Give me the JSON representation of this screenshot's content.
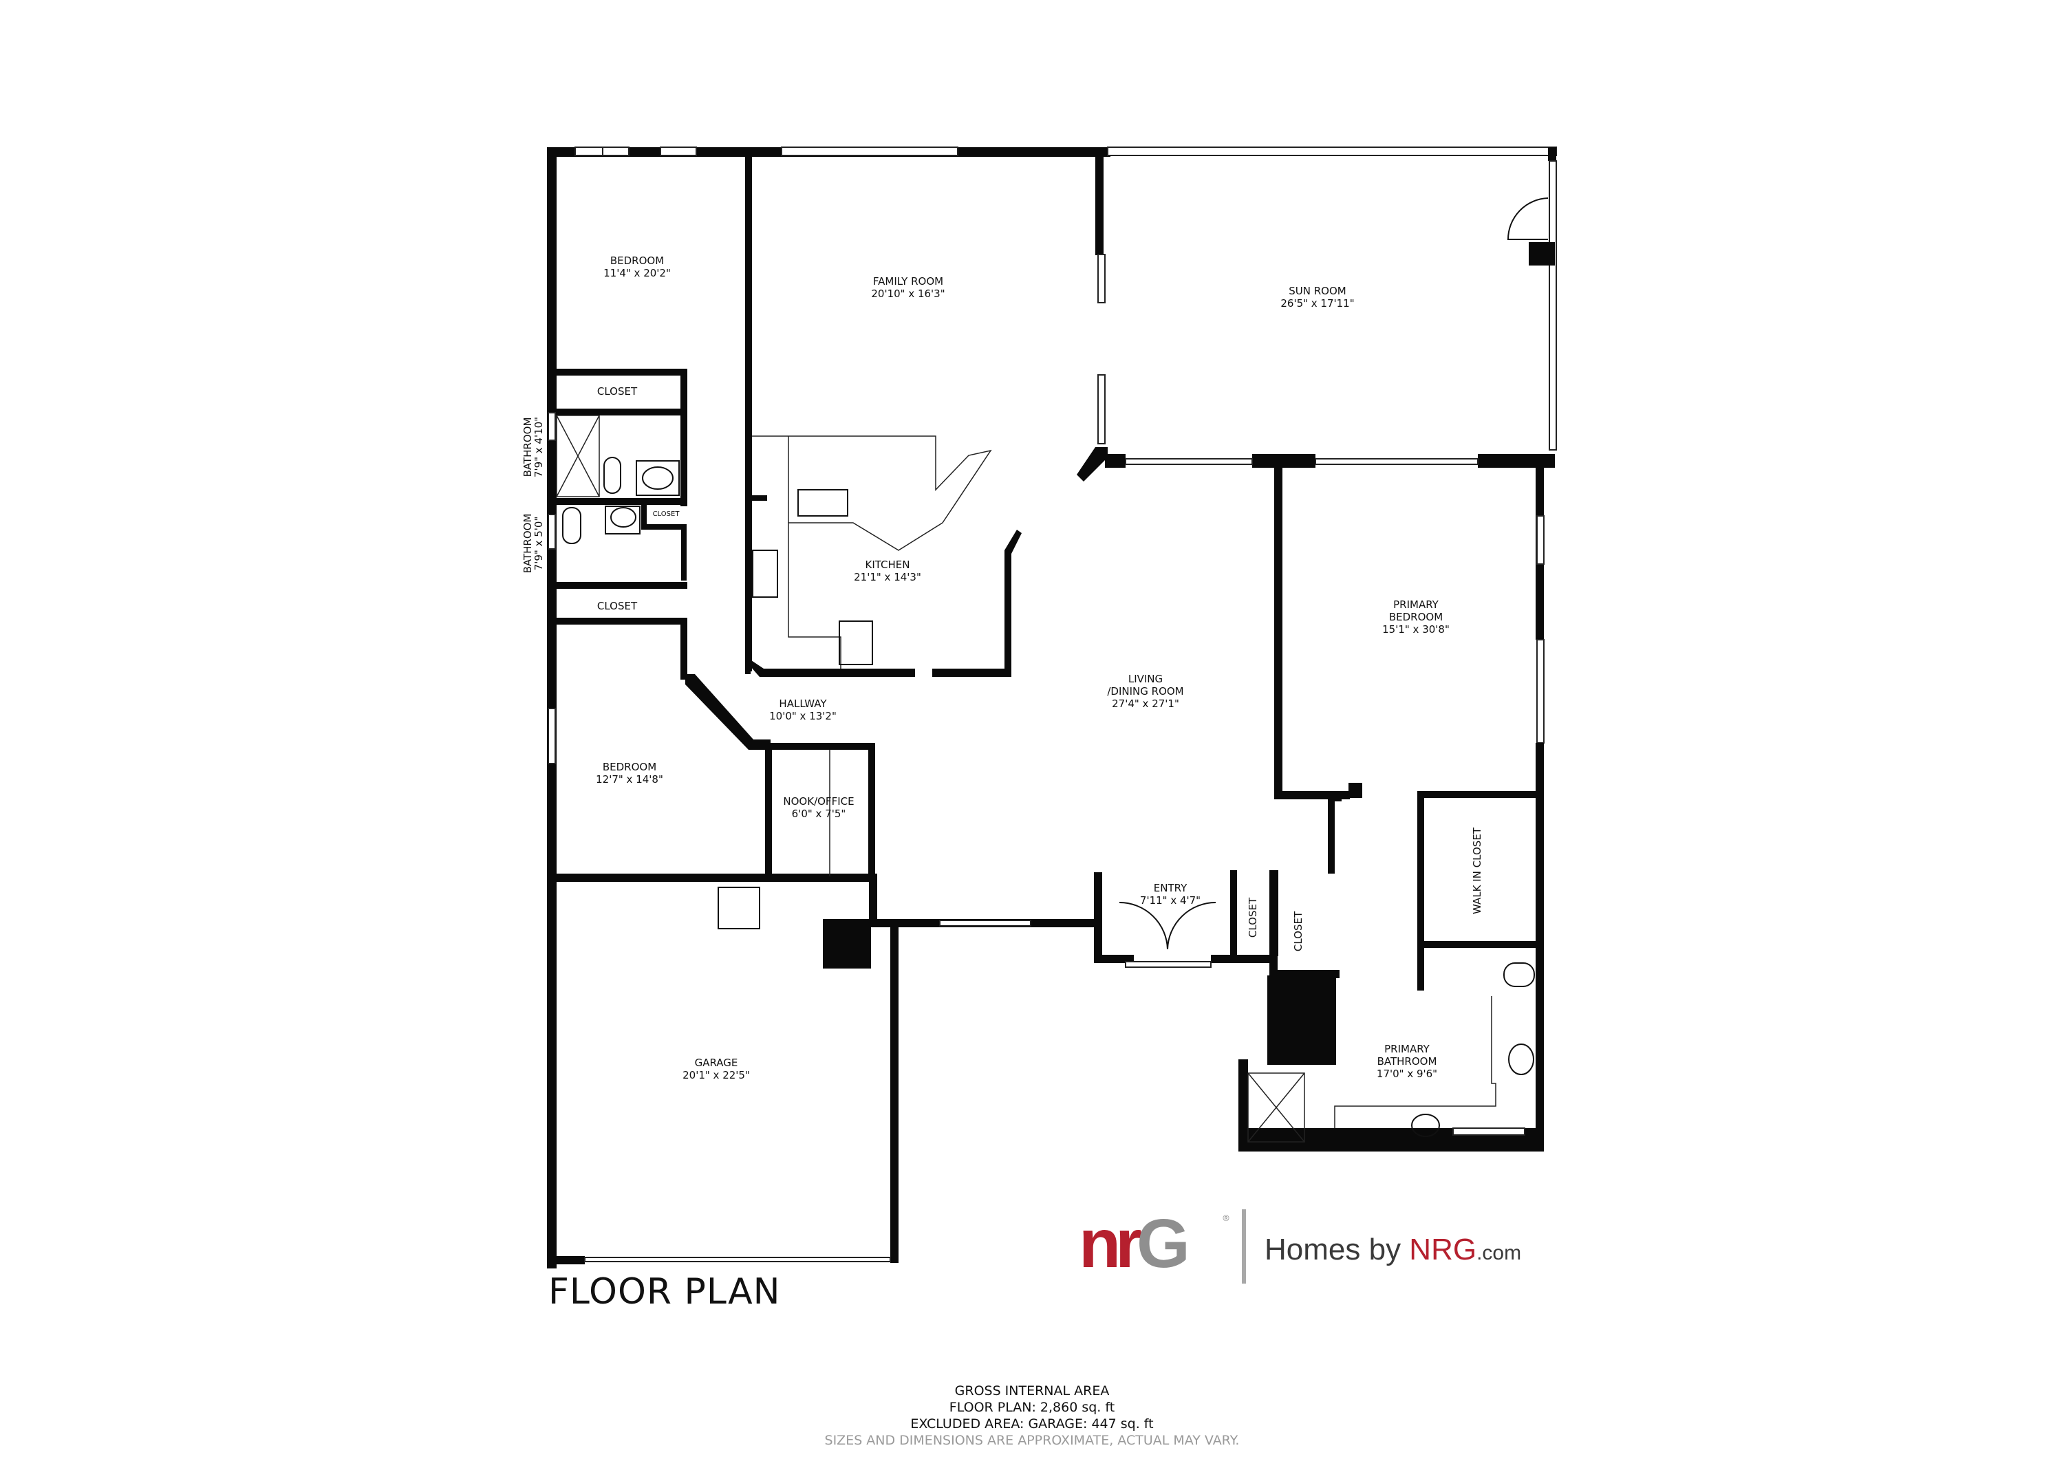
{
  "title": "FLOOR PLAN",
  "rooms": {
    "bedroom_nw": {
      "name": "BEDROOM",
      "dims": "11'4\" x 20'2\""
    },
    "family_room": {
      "name": "FAMILY ROOM",
      "dims": "20'10\" x 16'3\""
    },
    "sun_room": {
      "name": "SUN ROOM",
      "dims": "26'5\" x 17'11\""
    },
    "closet_nw": {
      "name": "CLOSET"
    },
    "bathroom_1": {
      "name": "BATHROOM",
      "dims": "7'9\" x 4'10\""
    },
    "bathroom_2": {
      "name": "BATHROOM",
      "dims": "7'9\" x 5'0\""
    },
    "closet_small": {
      "name": "CLOSET"
    },
    "closet_mid": {
      "name": "CLOSET"
    },
    "kitchen": {
      "name": "KITCHEN",
      "dims": "21'1\" x 14'3\""
    },
    "hallway": {
      "name": "HALLWAY",
      "dims": "10'0\" x 13'2\""
    },
    "living_dining": {
      "name_line1": "LIVING",
      "name_line2": "/DINING ROOM",
      "dims": "27'4\" x 27'1\""
    },
    "primary_bedroom": {
      "name_line1": "PRIMARY",
      "name_line2": "BEDROOM",
      "dims": "15'1\" x 30'8\""
    },
    "bedroom_sw": {
      "name": "BEDROOM",
      "dims": "12'7\" x 14'8\""
    },
    "nook_office": {
      "name": "NOOK/OFFICE",
      "dims": "6'0\" x 7'5\""
    },
    "entry": {
      "name": "ENTRY",
      "dims": "7'11\" x 4'7\""
    },
    "closet_entry": {
      "name": "CLOSET"
    },
    "closet_hall": {
      "name": "CLOSET"
    },
    "walk_in_closet": {
      "name": "WALK IN CLOSET"
    },
    "primary_bathroom": {
      "name_line1": "PRIMARY",
      "name_line2": "BATHROOM",
      "dims": "17'0\" x 9'6\""
    },
    "garage": {
      "name": "GARAGE",
      "dims": "20'1\" x 22'5\""
    }
  },
  "logo": {
    "mark_n": "n",
    "mark_r": "r",
    "mark_g": "G",
    "registered": "®",
    "text_prefix": "Homes by ",
    "text_brand": "NRG",
    "text_domain": ".com",
    "colors": {
      "red": "#b5202e",
      "gray": "#8f8f8f",
      "text": "#3a3a3a"
    }
  },
  "area": {
    "heading": "GROSS INTERNAL AREA",
    "floor_plan": "FLOOR PLAN: 2,860 sq. ft",
    "excluded": "EXCLUDED AREA: GARAGE: 447 sq. ft",
    "disclaimer": "SIZES AND DIMENSIONS ARE APPROXIMATE, ACTUAL MAY VARY."
  }
}
